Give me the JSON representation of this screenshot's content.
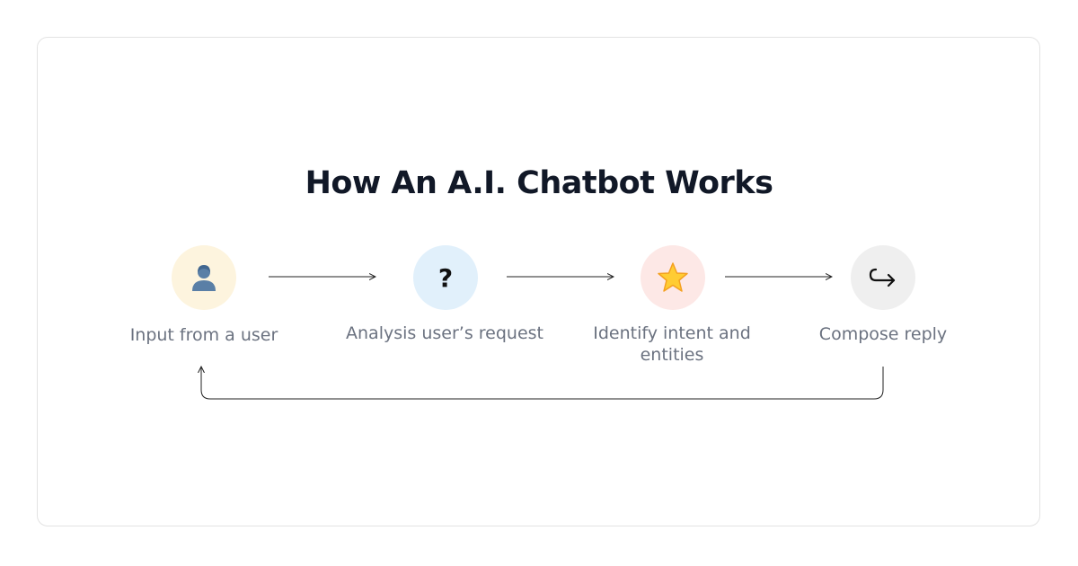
{
  "title": "How An A.I. Chatbot Works",
  "steps": [
    {
      "label": "Input from a user",
      "icon": "user-icon",
      "bg": "#fdf4de"
    },
    {
      "label": "Analysis user’s request",
      "icon": "question-mark-icon",
      "glyph": "?",
      "bg": "#e1f0fb"
    },
    {
      "label": "Identify intent and entities",
      "icon": "star-icon",
      "bg": "#fde8e6"
    },
    {
      "label": "Compose reply",
      "icon": "reply-arrow-icon",
      "bg": "#efefef"
    }
  ],
  "colors": {
    "title": "#111827",
    "label": "#6b7280",
    "line": "#222222",
    "card_border": "#e3e3e3"
  }
}
